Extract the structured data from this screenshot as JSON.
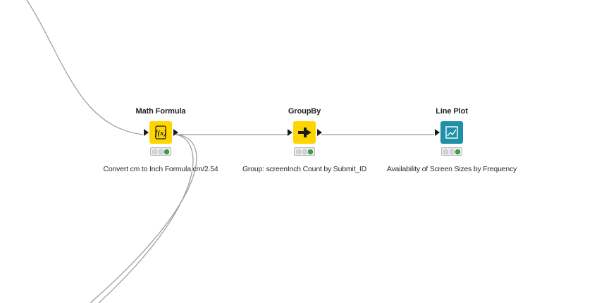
{
  "workflow": {
    "nodes": [
      {
        "id": "math-formula",
        "title": "Math Formula",
        "annotation": "Convert cm to Inch Formula cm/2.54",
        "icon": "formula-icon",
        "color": "#ffd500"
      },
      {
        "id": "groupby",
        "title": "GroupBy",
        "annotation": "Group: screenInch Count by Submit_ID",
        "icon": "groupby-icon",
        "color": "#ffd500"
      },
      {
        "id": "line-plot",
        "title": "Line Plot",
        "annotation": "Availability of Screen Sizes by Frequency",
        "icon": "line-chart-icon",
        "color": "#1f90a8"
      }
    ],
    "status_colors": {
      "inactive": "#d8d8d8",
      "executed": "#3fa63a"
    },
    "connection_color": "#9a9a9a"
  }
}
